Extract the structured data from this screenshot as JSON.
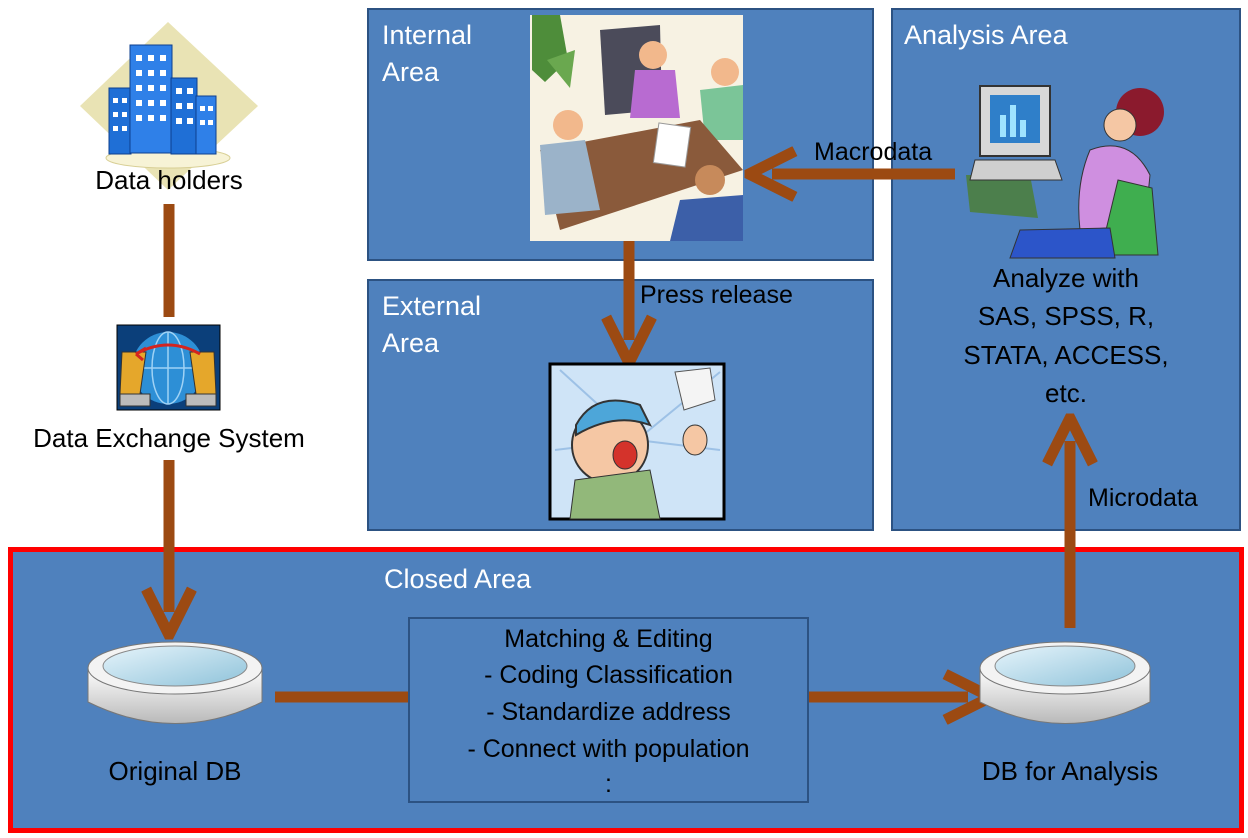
{
  "nodes": {
    "data_holders": "Data holders",
    "data_exchange": "Data Exchange System",
    "original_db": "Original DB",
    "db_analysis": "DB for Analysis"
  },
  "areas": {
    "internal": [
      "Internal",
      "Area"
    ],
    "external": [
      "External",
      "Area"
    ],
    "analysis": "Analysis Area",
    "closed": "Closed Area"
  },
  "analyze_text": [
    "Analyze with",
    "SAS, SPSS, R,",
    "STATA, ACCESS,",
    "etc."
  ],
  "process": {
    "title": "Matching & Editing",
    "items": [
      "- Coding Classification",
      "- Standardize address",
      "- Connect with population",
      ":"
    ]
  },
  "flows": {
    "macrodata": "Macrodata",
    "press_release": "Press release",
    "microdata": "Microdata"
  },
  "colors": {
    "area_fill": "#4f81bd",
    "arrow": "#9c4a12",
    "closed_border": "#ff0000"
  }
}
